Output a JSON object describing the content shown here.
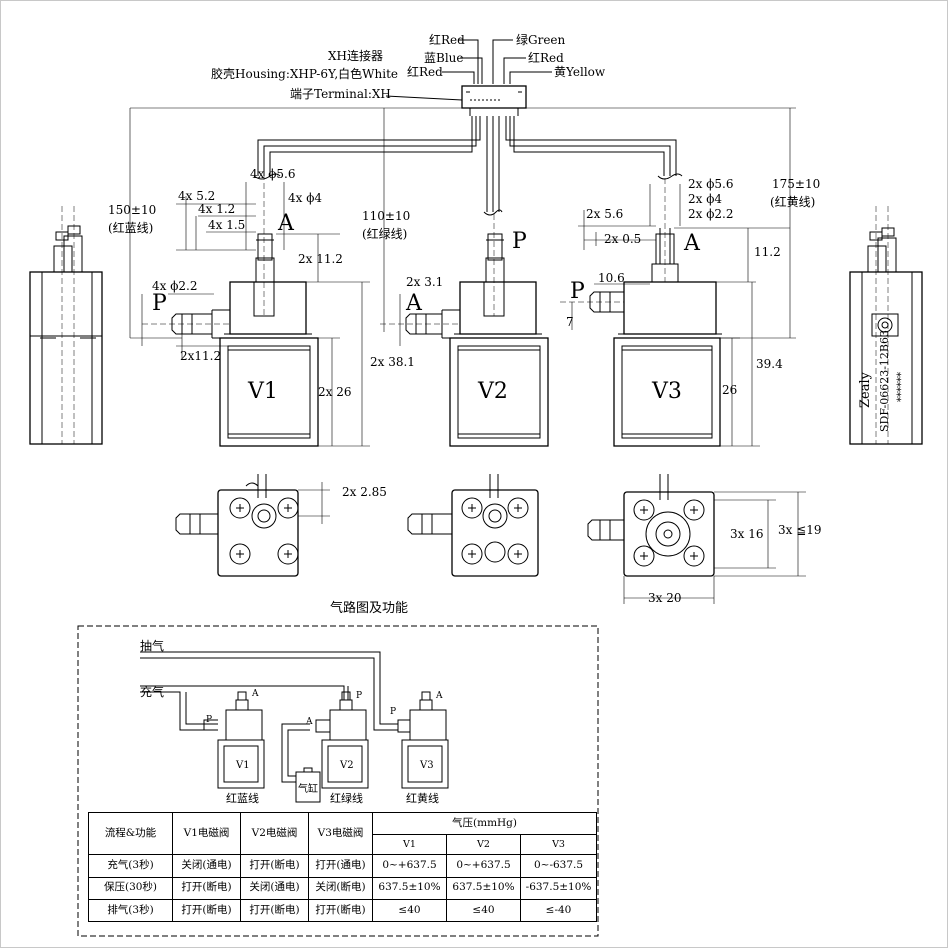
{
  "connector": {
    "wires": [
      "红Red",
      "蓝Blue",
      "红Red",
      "绿Green",
      "红Red",
      "黄Yellow"
    ],
    "name": "XH连接器",
    "housing": "胶壳Housing:XHP-6Y,白色White",
    "terminal": "端子Terminal:XH"
  },
  "wire_lengths": {
    "v1": [
      "150±10",
      "(红蓝线)"
    ],
    "v2": [
      "110±10",
      "(红绿线)"
    ],
    "v3": [
      "175±10",
      "(红黄线)"
    ]
  },
  "dims": {
    "v1": [
      "4x ϕ5.6",
      "4x ϕ4",
      "4x 5.2",
      "4x 1.2",
      "4x 1.5",
      "4x ϕ2.2",
      "2x 11.2",
      "2x11.2",
      "2x 38.1",
      "2x 26"
    ],
    "v2": [
      "2x 3.1"
    ],
    "v3": [
      "2x ϕ5.6",
      "2x ϕ4",
      "2x ϕ2.2",
      "2x 5.6",
      "2x 0.5",
      "10.6",
      "7",
      "11.2",
      "39.4",
      "26"
    ],
    "bottom": [
      "2x 2.85",
      "3x 16",
      "3x ≦19",
      "3x 20"
    ]
  },
  "port_labels": {
    "A": "A",
    "P": "P"
  },
  "valves": [
    "V1",
    "V2",
    "V3"
  ],
  "side_marking": {
    "logo": "Zealy",
    "part_number": "SDF-06623-12B63",
    "stars": "******"
  },
  "circuit": {
    "title": "气路图及功能",
    "exhaust": "抽气",
    "inflate": "充气",
    "cylinder": "气缸",
    "wire_labels": [
      "红蓝线",
      "红绿线",
      "红黄线"
    ]
  },
  "flow_table": {
    "headers": [
      "流程&功能",
      "V1电磁阀",
      "V2电磁阀",
      "V3电磁阀"
    ],
    "pressure_header": "气压(mmHg)",
    "pressure_sub": [
      "V1",
      "V2",
      "V3"
    ],
    "rows": [
      [
        "充气(3秒)",
        "关闭(通电)",
        "打开(断电)",
        "打开(通电)",
        "0~+637.5",
        "0~+637.5",
        "0~-637.5"
      ],
      [
        "保压(30秒)",
        "打开(断电)",
        "关闭(通电)",
        "关闭(断电)",
        "637.5±10%",
        "637.5±10%",
        "-637.5±10%"
      ],
      [
        "排气(3秒)",
        "打开(断电)",
        "打开(断电)",
        "打开(断电)",
        "≤40",
        "≤40",
        "≤-40"
      ]
    ]
  }
}
